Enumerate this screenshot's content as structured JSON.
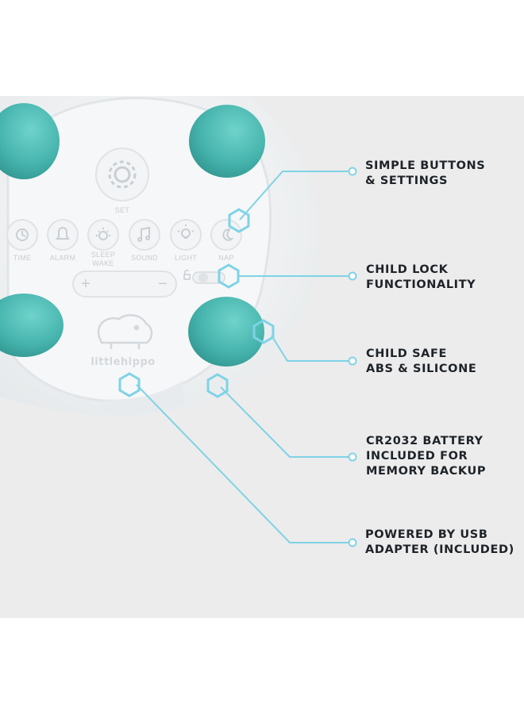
{
  "device": {
    "brand": "littlehippo",
    "set_label": "SET",
    "buttons": [
      {
        "label": "TIME",
        "icon": "clock-icon"
      },
      {
        "label": "ALARM",
        "icon": "bell-icon"
      },
      {
        "label_line1": "SLEEP",
        "label_line2": "WAKE",
        "icon": "sleep-wake-icon"
      },
      {
        "label": "SOUND",
        "icon": "music-note-icon"
      },
      {
        "label": "LIGHT",
        "icon": "bulb-icon"
      },
      {
        "label": "NAP",
        "icon": "moon-icon"
      }
    ],
    "volume_minus": "−",
    "volume_plus": "+",
    "colors": {
      "body": "#f7f8f9",
      "feet": "#4fc1ba",
      "accent": "#7fd3e6",
      "background": "#ececec"
    }
  },
  "callouts": [
    {
      "line1": "SIMPLE BUTTONS",
      "line2": "& SETTINGS"
    },
    {
      "line1": "CHILD LOCK",
      "line2": "FUNCTIONALITY"
    },
    {
      "line1": "CHILD SAFE",
      "line2": "ABS & SILICONE"
    },
    {
      "line1": "CR2032 BATTERY",
      "line2": "INCLUDED FOR",
      "line3": "MEMORY BACKUP"
    },
    {
      "line1": "POWERED BY USB",
      "line2": "ADAPTER (INCLUDED)"
    }
  ]
}
